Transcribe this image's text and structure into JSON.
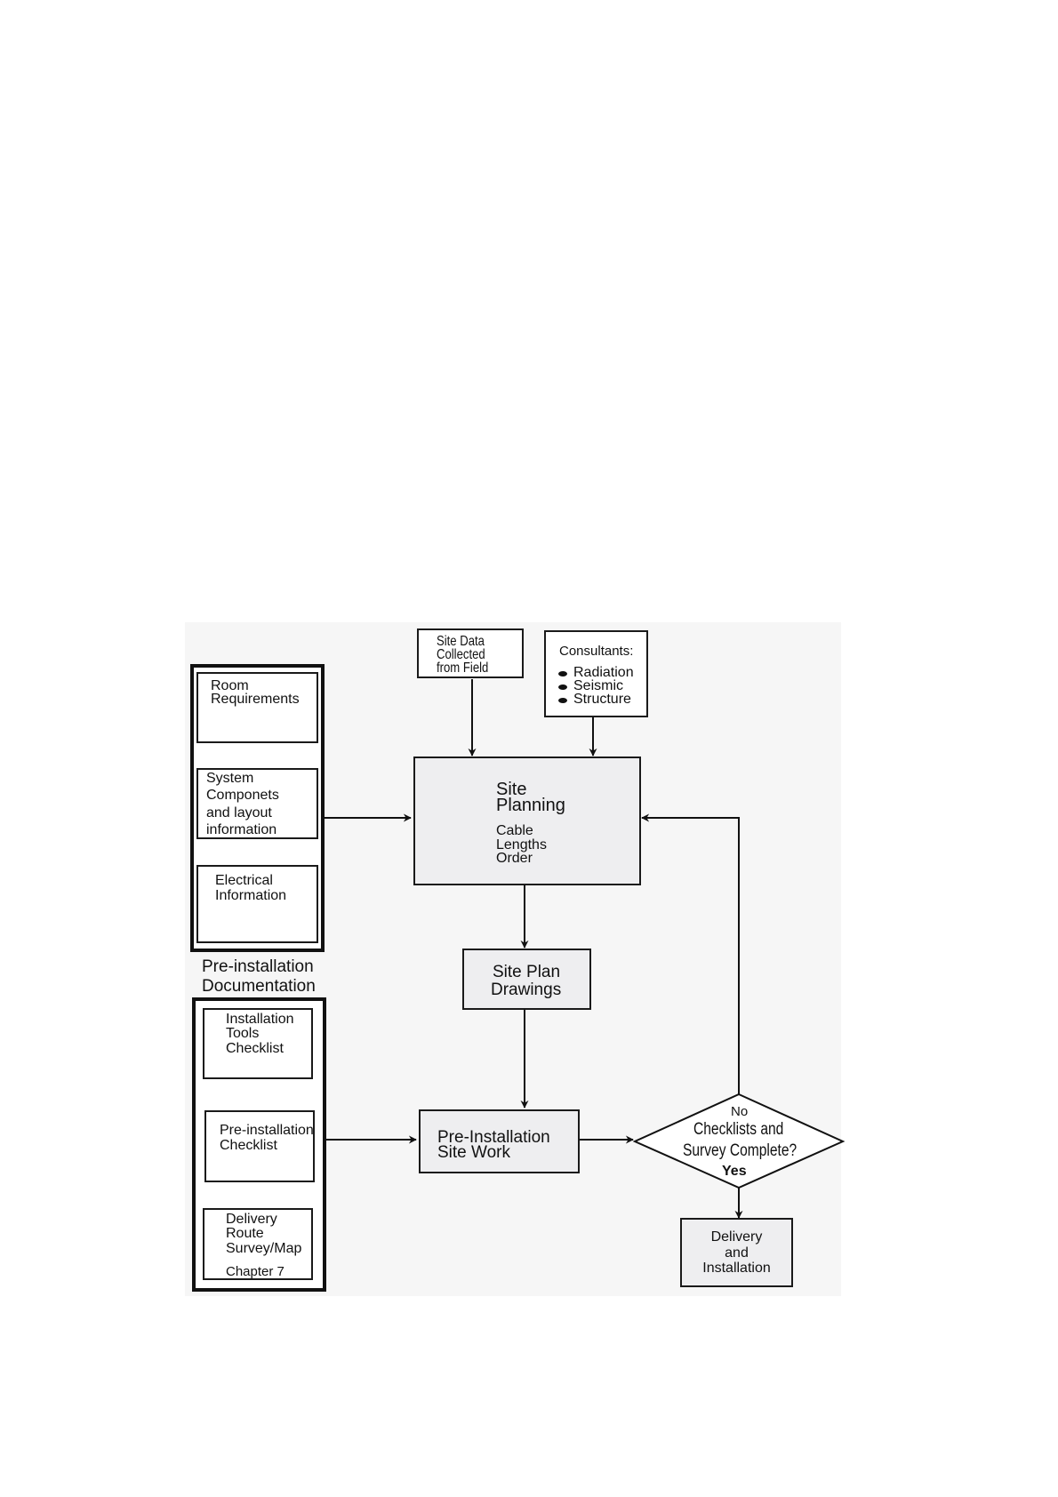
{
  "pre_installation_group": {
    "room_requirements": [
      "Room",
      "Requirements"
    ],
    "system_components": [
      "System",
      "Componets",
      "and layout",
      "information"
    ],
    "electrical_information": [
      "Electrical",
      "Information"
    ],
    "caption": [
      "Pre-installation",
      "Documentation"
    ]
  },
  "checklist_group": {
    "installation_tools": [
      "Installation",
      "Tools",
      "Checklist"
    ],
    "pre_installation_checklist": [
      "Pre-installation",
      "Checklist"
    ],
    "delivery_route": [
      "Delivery",
      "Route",
      "Survey/Map"
    ],
    "delivery_route_chapter": "Chapter 7"
  },
  "site_data": [
    "Site Data",
    "Collected",
    "from Field"
  ],
  "consultants": {
    "title": "Consultants:",
    "items": [
      "Radiation",
      "Seismic",
      "Structure"
    ]
  },
  "site_planning": {
    "title": [
      "Site",
      "Planning"
    ],
    "details": [
      "Cable",
      "Lengths",
      "Order"
    ]
  },
  "site_plan_drawings": [
    "Site Plan",
    "Drawings"
  ],
  "pre_installation_site_work": [
    "Pre-Installation",
    "Site Work"
  ],
  "decision": {
    "question": [
      "Checklists and",
      "Survey Complete?"
    ],
    "no_label": "No",
    "yes_label": "Yes"
  },
  "delivery_installation": [
    "Delivery",
    "and",
    "Installation"
  ],
  "colors": {
    "line": "#111111",
    "box_fill": "#ffffff",
    "process_fill": "#eeeef0",
    "diagram_background": "#f6f6f6"
  }
}
